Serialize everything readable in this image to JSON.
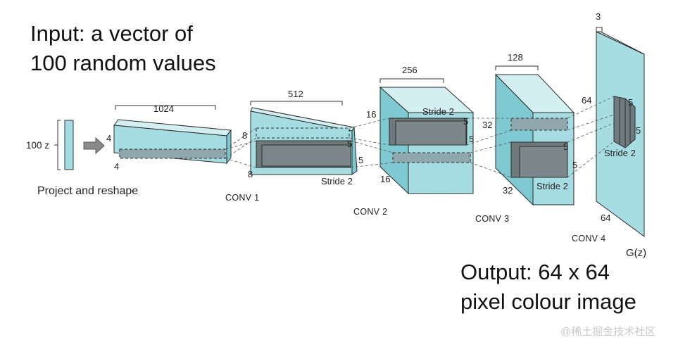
{
  "input_caption": {
    "line1": "Input: a vector of",
    "line2": "100 random values"
  },
  "output_caption": {
    "line1": "Output: 64 x 64",
    "line2": "pixel colour image"
  },
  "input_vector": {
    "label": "100 z"
  },
  "project_label": "Project and reshape",
  "stages": [
    {
      "name": "",
      "width_label": "1024",
      "h_label": "4",
      "w_label": "4"
    },
    {
      "name": "CONV 1",
      "width_label": "512",
      "h_label": "8",
      "w_label": "8",
      "kernel": "5",
      "stride": "Stride 2"
    },
    {
      "name": "CONV 2",
      "width_label": "256",
      "h_label": "16",
      "w_label": "16",
      "kernel": "5",
      "stride": "Stride 2"
    },
    {
      "name": "CONV 3",
      "width_label": "128",
      "h_label": "32",
      "w_label": "32",
      "kernel": "5",
      "stride": "Stride 2"
    },
    {
      "name": "CONV 4",
      "width_label": "3",
      "h_label": "64",
      "w_label": "64",
      "kernel": "5",
      "stride": "Stride 2"
    }
  ],
  "output_label": "G(z)",
  "watermark": "@稀土掘金技术社区",
  "colors": {
    "block_front": "#a6dde3",
    "block_top": "#d3eff2",
    "block_side": "#7fc9d2",
    "inner_dark": "#6f7a7d",
    "edge": "#2b2b2b"
  }
}
